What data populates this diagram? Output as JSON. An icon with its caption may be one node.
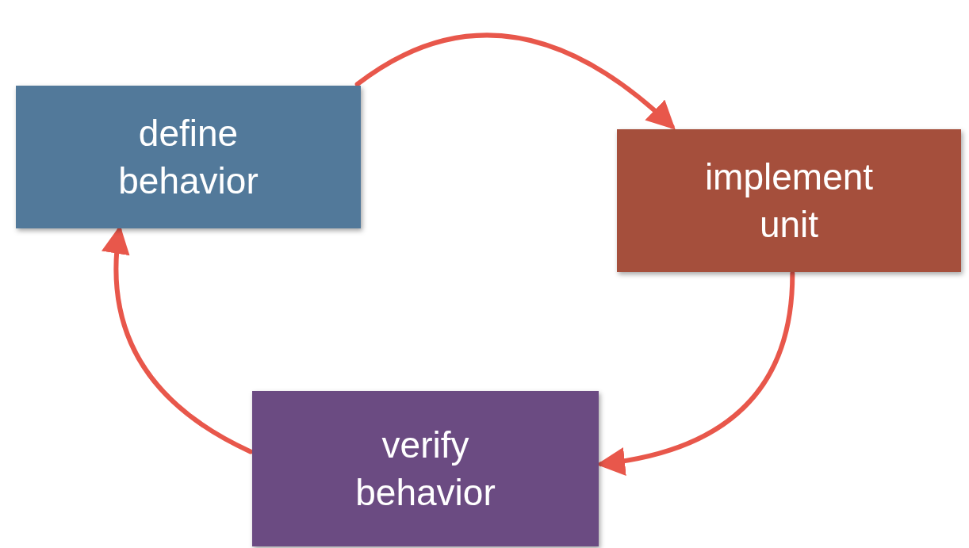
{
  "diagram": {
    "nodes": [
      {
        "text": [
          "define behavior"
        ]
      },
      {
        "text": [
          "implement unit"
        ]
      },
      {
        "text": [
          "verify behavior"
        ]
      }
    ],
    "edges": [
      {
        "from": 0,
        "to": 1,
        "arrow": "to"
      },
      {
        "from": 1,
        "to": 2,
        "arrow": "to"
      },
      {
        "from": 2,
        "to": 0,
        "arrow": "to"
      }
    ]
  }
}
